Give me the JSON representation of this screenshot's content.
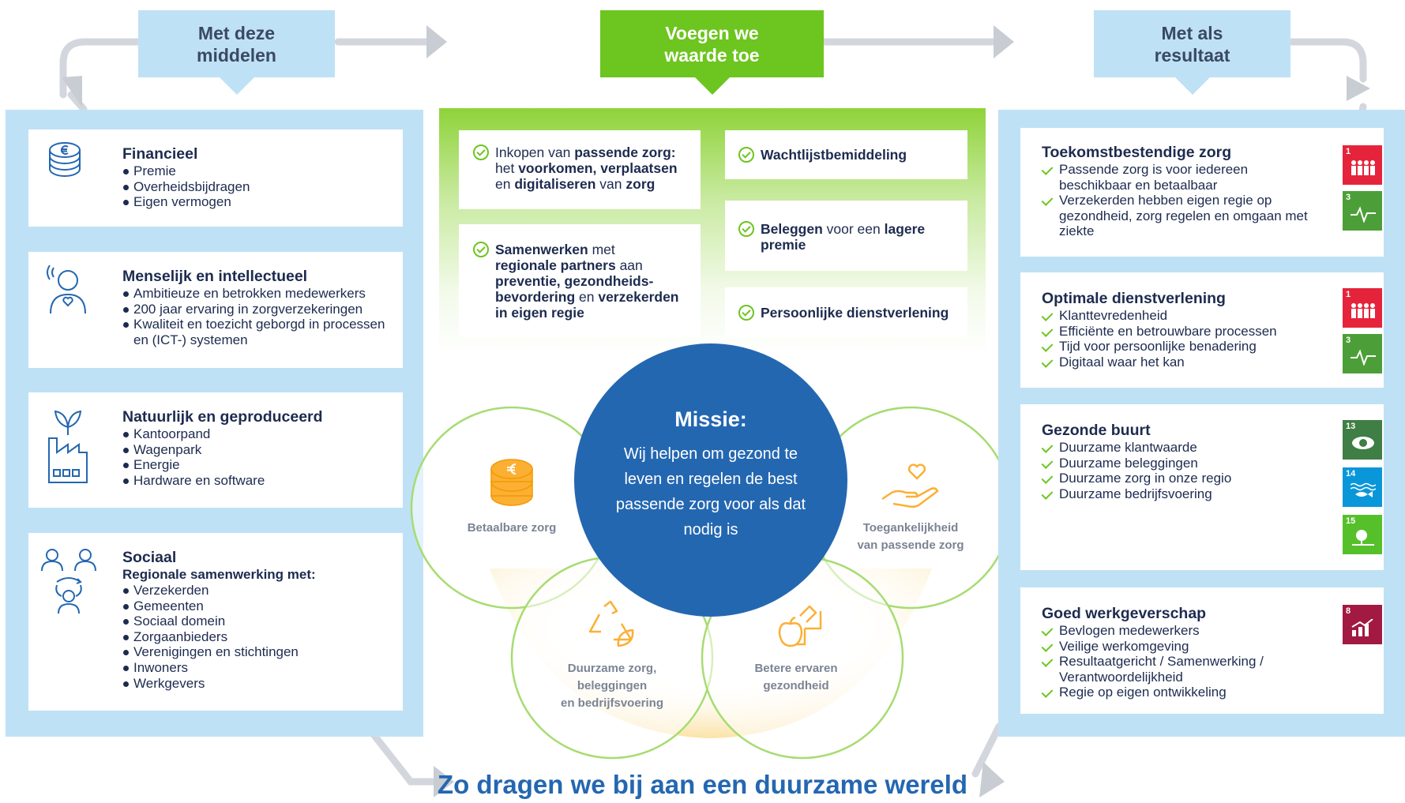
{
  "headers": {
    "left": "Met deze middelen",
    "center": "Voegen we waarde toe",
    "right": "Met als resultaat"
  },
  "resources": [
    {
      "icon": "coins-icon",
      "title": "Financieel",
      "subtitle": "",
      "items": [
        "Premie",
        "Overheidsbijdragen",
        "Eigen vermogen"
      ]
    },
    {
      "icon": "person-heart-icon",
      "title": "Menselijk en intellectueel",
      "subtitle": "",
      "items": [
        "Ambitieuze en betrokken medewerkers",
        "200 jaar ervaring in zorgverzekeringen",
        "Kwaliteit en toezicht geborgd in processen en (ICT-) systemen"
      ]
    },
    {
      "icon": "factory-leaf-icon",
      "title": "Natuurlijk en geproduceerd",
      "subtitle": "",
      "items": [
        "Kantoorpand",
        "Wagenpark",
        "Energie",
        "Hardware en software"
      ]
    },
    {
      "icon": "people-cycle-icon",
      "title": "Sociaal",
      "subtitle": "Regionale samenwerking met:",
      "items": [
        "Verzekerden",
        "Gemeenten",
        "Sociaal domein",
        "Zorgaanbieders",
        "Verenigingen en stichtingen",
        "Inwoners",
        "Werkgevers"
      ]
    }
  ],
  "activities": {
    "a1": {
      "t1": "Inkopen van ",
      "b1": "passende zorg:",
      "t2": "het ",
      "b2": "voorkomen, verplaatsen",
      "t3": "en ",
      "b3": "digitaliseren",
      "t4": " van ",
      "b4": "zorg"
    },
    "a2": {
      "b1": "Samenwerken",
      "t1": " met",
      "b2": "regionale partners",
      "t2": " aan",
      "b3": "preventie, gezondheids-",
      "b4": "bevordering",
      "t3": " en ",
      "b5": "verzekerden",
      "b6": "in eigen regie"
    },
    "a3": {
      "b1": "Wachtlijstbemiddeling"
    },
    "a4": {
      "b1": "Beleggen",
      "t1": " voor een ",
      "b2": "lagere",
      "b3": "premie"
    },
    "a5": {
      "b1": "Persoonlijke dienstverlening"
    }
  },
  "mission": {
    "title": "Missie:",
    "text": "Wij helpen om gezond te leven en regelen de best passende zorg voor als dat nodig is"
  },
  "circles": {
    "left": "Betaalbare zorg",
    "right_l1": "Toegankelijkheid",
    "right_l2": "van passende zorg",
    "bl_l1": "Duurzame zorg,",
    "bl_l2": "beleggingen",
    "bl_l3": "en bedrijfsvoering",
    "br_l1": "Betere ervaren",
    "br_l2": "gezondheid"
  },
  "results": [
    {
      "title": "Toekomstbestendige zorg",
      "items": [
        "Passende zorg is voor iedereen beschikbaar en betaalbaar",
        "Verzekerden hebben eigen regie op gezondheid, zorg regelen en omgaan met ziekte"
      ],
      "sdgs": [
        {
          "num": "1",
          "color": "#e5243b",
          "icon": "family-icon"
        },
        {
          "num": "3",
          "color": "#4c9f38",
          "icon": "heartbeat-icon"
        }
      ]
    },
    {
      "title": "Optimale dienstverlening",
      "items": [
        "Klanttevredenheid",
        "Efficiënte en betrouwbare processen",
        "Tijd voor persoonlijke benadering",
        "Digitaal waar het kan"
      ],
      "sdgs": [
        {
          "num": "1",
          "color": "#e5243b",
          "icon": "family-icon"
        },
        {
          "num": "3",
          "color": "#4c9f38",
          "icon": "heartbeat-icon"
        }
      ]
    },
    {
      "title": "Gezonde buurt",
      "items": [
        "Duurzame klantwaarde",
        "Duurzame beleggingen",
        "Duurzame zorg in onze regio",
        "Duurzame bedrijfsvoering"
      ],
      "sdgs": [
        {
          "num": "13",
          "color": "#3f7e44",
          "icon": "eye-globe-icon"
        },
        {
          "num": "14",
          "color": "#0a97d9",
          "icon": "fish-icon"
        },
        {
          "num": "15",
          "color": "#56c02b",
          "icon": "tree-icon"
        }
      ]
    },
    {
      "title": "Goed werkgeverschap",
      "items": [
        "Bevlogen medewerkers",
        "Veilige werkomgeving",
        "Resultaatgericht / Samenwerking / Verantwoordelijkheid",
        "Regie op eigen ontwikkeling"
      ],
      "sdgs": [
        {
          "num": "8",
          "color": "#a21942",
          "icon": "growth-chart-icon"
        }
      ]
    }
  ],
  "footer": "Zo dragen we bij aan een duurzame wereld"
}
